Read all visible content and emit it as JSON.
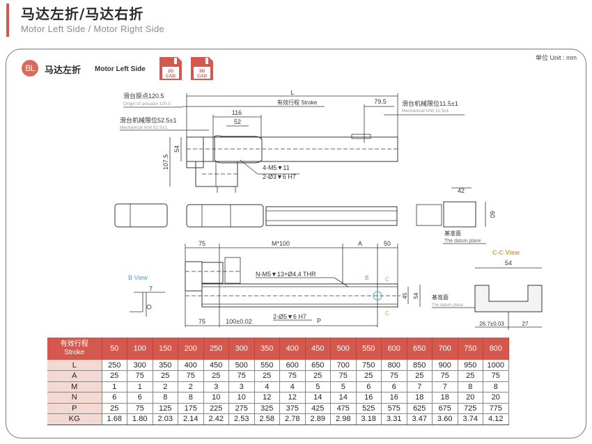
{
  "header": {
    "title_cn": "马达左折/马达右折",
    "title_en": "Motor Left Side / Motor Right Side",
    "accent_color": "#d4584e"
  },
  "section": {
    "badge": "BL",
    "title_cn": "马达左折",
    "title_en": "Motor Left Side",
    "cad_buttons": [
      {
        "label_top": "2D",
        "label_bottom": "CAD"
      },
      {
        "label_top": "3D",
        "label_bottom": "CAD"
      }
    ],
    "unit": "单位 Unit : mm"
  },
  "drawing": {
    "top_view": {
      "origin_cn": "滑台原点120.5",
      "origin_en": "Origin of actuator 120.5",
      "mech_limit_left_cn": "滑台机械限位52.5±1",
      "mech_limit_left_en": "Mechanical limit 52.5±1",
      "L": "L",
      "stroke_label": "有效行程 Stroke",
      "dim_79_5": "79.5",
      "mech_limit_right_cn": "滑台机械限位11.5±1",
      "mech_limit_right_en": "Mechanical limit 11.5±1",
      "dim_116": "116",
      "dim_52": "52",
      "dim_54": "54",
      "dim_107_5": "107.5",
      "hole_note_1": "4-M5▼11",
      "hole_note_2": "2-Ø3▼6 H7"
    },
    "end_view": {
      "dim_42": "42",
      "dim_60": "60",
      "datum_cn": "基准面",
      "datum_en": "The datum plane"
    },
    "bottom_view": {
      "dim_75_top": "75",
      "dim_m100": "M*100",
      "dim_A": "A",
      "dim_50": "50",
      "hole_note": "N-M5▼13+Ø4.4 THR",
      "b_marker": "B",
      "c_marker": "C",
      "dim_45": "45",
      "dim_54": "54",
      "dim_75_bottom": "75",
      "dim_100": "100±0.02",
      "pin_note": "2-Ø5▼6 H7",
      "dim_P": "P"
    },
    "b_view": {
      "title": "B View",
      "dim_7": "7"
    },
    "cc_view": {
      "title": "C-C View",
      "dim_54": "54",
      "dim_26_7": "26.7±0.03",
      "dim_27": "27",
      "datum_cn": "基准面",
      "datum_en": "The datum plane"
    }
  },
  "table": {
    "header_cn": "有效行程",
    "header_en": "Stroke",
    "strokes": [
      "50",
      "100",
      "150",
      "200",
      "250",
      "300",
      "350",
      "400",
      "450",
      "500",
      "550",
      "600",
      "650",
      "700",
      "750",
      "800"
    ],
    "rows": [
      {
        "label": "L",
        "values": [
          "250",
          "300",
          "350",
          "400",
          "450",
          "500",
          "550",
          "600",
          "650",
          "700",
          "750",
          "800",
          "850",
          "900",
          "950",
          "1000"
        ]
      },
      {
        "label": "A",
        "values": [
          "25",
          "75",
          "25",
          "75",
          "25",
          "75",
          "25",
          "75",
          "25",
          "75",
          "25",
          "75",
          "25",
          "75",
          "25",
          "75"
        ]
      },
      {
        "label": "M",
        "values": [
          "1",
          "1",
          "2",
          "2",
          "3",
          "3",
          "4",
          "4",
          "5",
          "5",
          "6",
          "6",
          "7",
          "7",
          "8",
          "8"
        ]
      },
      {
        "label": "N",
        "values": [
          "6",
          "6",
          "8",
          "8",
          "10",
          "10",
          "12",
          "12",
          "14",
          "14",
          "16",
          "16",
          "18",
          "18",
          "20",
          "20"
        ]
      },
      {
        "label": "P",
        "values": [
          "25",
          "75",
          "125",
          "175",
          "225",
          "275",
          "325",
          "375",
          "425",
          "475",
          "525",
          "575",
          "625",
          "675",
          "725",
          "775"
        ]
      },
      {
        "label": "KG",
        "values": [
          "1.68",
          "1.80",
          "2.03",
          "2.14",
          "2.42",
          "2.53",
          "2.58",
          "2.78",
          "2.89",
          "2.98",
          "3.18",
          "3.31",
          "3.47",
          "3.60",
          "3.74",
          "4.12"
        ]
      }
    ]
  }
}
